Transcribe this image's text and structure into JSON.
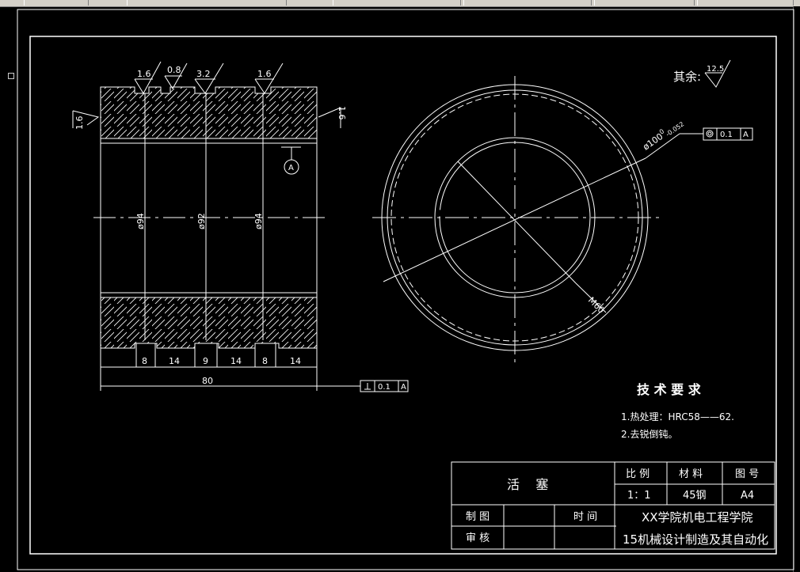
{
  "drawing": {
    "roughness_left": [
      "1.6",
      "0.8",
      "3.2",
      "1.6"
    ],
    "roughness_side_left": "1.6",
    "roughness_side_right": "1.6",
    "other_roughness_label": "其余:",
    "other_roughness_value": "12.5",
    "datum_label": "A",
    "dia_labels": [
      "ø94",
      "ø92",
      "ø94"
    ],
    "groove_dims": [
      "8",
      "14",
      "9",
      "14",
      "8",
      "14"
    ],
    "overall_length": "80",
    "perp_tolerance": {
      "value": "0.1",
      "datum": "A"
    },
    "circle_dim": "ø100",
    "circle_dim_tol_upper": "0",
    "circle_dim_tol_lower": "-0.052",
    "conc_tolerance": {
      "value": "0.1",
      "datum": "A"
    },
    "inner_dim": "M60"
  },
  "tech": {
    "title": "技 术 要 求",
    "req1": "1.热处理：HRC58——62.",
    "req2": "2.去锐倒钝。"
  },
  "titleblock": {
    "part_name": "活    塞",
    "scale_label": "比 例",
    "material_label": "材 料",
    "drawing_no_label": "图 号",
    "scale_value": "1：1",
    "material_value": "45钢",
    "drawing_no_value": "A4",
    "drawn_label": "制 图",
    "time_label": "时 间",
    "check_label": "审 核",
    "school": "XX学院机电工程学院",
    "class": "15机械设计制造及其自动化"
  }
}
